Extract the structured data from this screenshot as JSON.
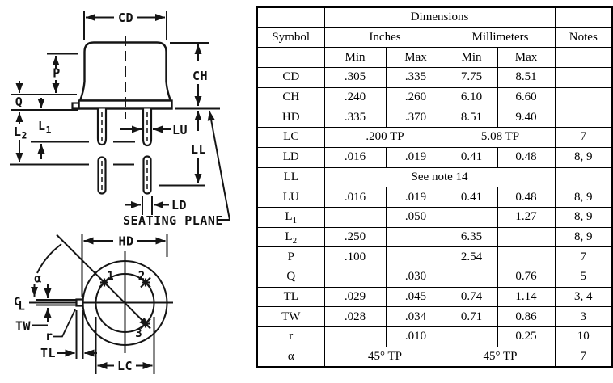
{
  "drawings": {
    "side": {
      "cd": "CD",
      "p": "P",
      "q": "Q",
      "ch": "CH",
      "l1_base": "L",
      "l1_sub": "1",
      "l2_base": "L",
      "l2_sub": "2",
      "lu": "LU",
      "ll": "LL",
      "ld": "LD",
      "seating_plane": "SEATING PLANE"
    },
    "bottom": {
      "hd": "HD",
      "alpha": "α",
      "centerline_c": "C",
      "centerline_l": "L",
      "tw": "TW",
      "r": "r",
      "tl": "TL",
      "lc": "LC",
      "pin1": "1",
      "pin2": "2",
      "pin3": "3"
    }
  },
  "table": {
    "header": {
      "dimensions": "Dimensions",
      "symbol": "Symbol",
      "inches": "Inches",
      "millimeters": "Millimeters",
      "notes": "Notes",
      "min": "Min",
      "max": "Max"
    },
    "rows": [
      {
        "symbol": "CD",
        "sub": "",
        "type": "normal",
        "values": [
          ".305",
          ".335",
          "7.75",
          "8.51"
        ],
        "notes": ""
      },
      {
        "symbol": "CH",
        "sub": "",
        "type": "normal",
        "values": [
          ".240",
          ".260",
          "6.10",
          "6.60"
        ],
        "notes": ""
      },
      {
        "symbol": "HD",
        "sub": "",
        "type": "normal",
        "values": [
          ".335",
          ".370",
          "8.51",
          "9.40"
        ],
        "notes": ""
      },
      {
        "symbol": "LC",
        "sub": "",
        "type": "pair",
        "values": [
          ".200 TP",
          "5.08 TP"
        ],
        "notes": "7"
      },
      {
        "symbol": "LD",
        "sub": "",
        "type": "normal",
        "values": [
          ".016",
          ".019",
          "0.41",
          "0.48"
        ],
        "notes": "8, 9"
      },
      {
        "symbol": "LL",
        "sub": "",
        "type": "full",
        "values": [
          "See note 14"
        ],
        "notes": ""
      },
      {
        "symbol": "LU",
        "sub": "",
        "type": "normal",
        "values": [
          ".016",
          ".019",
          "0.41",
          "0.48"
        ],
        "notes": "8, 9"
      },
      {
        "symbol": "L",
        "sub": "1",
        "type": "normal",
        "values": [
          "",
          ".050",
          "",
          "1.27"
        ],
        "notes": "8, 9"
      },
      {
        "symbol": "L",
        "sub": "2",
        "type": "normal",
        "values": [
          ".250",
          "",
          "6.35",
          ""
        ],
        "notes": "8, 9"
      },
      {
        "symbol": "P",
        "sub": "",
        "type": "normal",
        "values": [
          ".100",
          "",
          "2.54",
          ""
        ],
        "notes": "7"
      },
      {
        "symbol": "Q",
        "sub": "",
        "type": "normal",
        "values": [
          "",
          ".030",
          "",
          "0.76"
        ],
        "notes": "5"
      },
      {
        "symbol": "TL",
        "sub": "",
        "type": "normal",
        "values": [
          ".029",
          ".045",
          "0.74",
          "1.14"
        ],
        "notes": "3, 4"
      },
      {
        "symbol": "TW",
        "sub": "",
        "type": "normal",
        "values": [
          ".028",
          ".034",
          "0.71",
          "0.86"
        ],
        "notes": "3"
      },
      {
        "symbol": "r",
        "sub": "",
        "type": "normal",
        "values": [
          "",
          ".010",
          "",
          "0.25"
        ],
        "notes": "10"
      },
      {
        "symbol": "α",
        "sub": "",
        "type": "pair",
        "values": [
          "45° TP",
          "45° TP"
        ],
        "notes": "7"
      }
    ]
  }
}
